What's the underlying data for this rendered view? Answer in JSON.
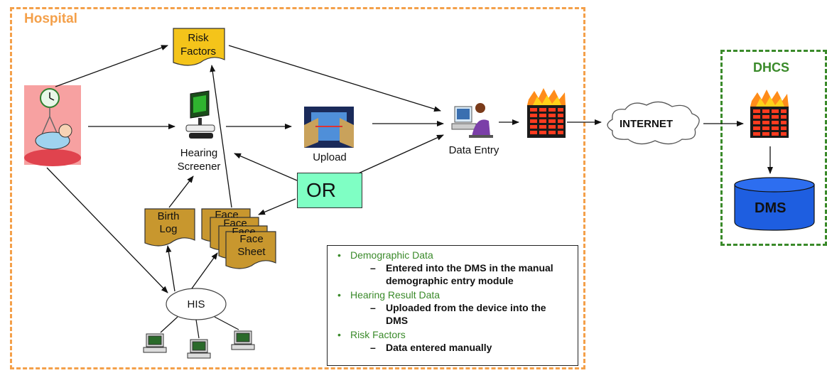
{
  "hospital": {
    "title": "Hospital"
  },
  "dhcs": {
    "title": "DHCS"
  },
  "nodes": {
    "risk_factors": "Risk Factors",
    "hearing_screener": "Hearing Screener",
    "upload": "Upload",
    "data_entry": "Data Entry",
    "birth_log": "Birth Log",
    "face_sheet_back": "Face",
    "face_sheet_mid": "Face",
    "face_sheet_mid2": "Face",
    "face_sheet": "Face Sheet",
    "his": "HIS",
    "or": "OR",
    "internet": "INTERNET",
    "dms": "DMS"
  },
  "legend": {
    "items": [
      {
        "heading": "Demographic Data",
        "detail": "Entered into the DMS in the manual demographic entry module"
      },
      {
        "heading": "Hearing Result Data",
        "detail": "Uploaded from the device into the DMS"
      },
      {
        "heading": "Risk Factors",
        "detail": "Data entered manually"
      }
    ]
  },
  "colors": {
    "hospital_border": "#f4a04a",
    "dhcs_border": "#3a8a2a",
    "doc_fill": "#c8972e",
    "or_fill": "#7fffc4",
    "dms_fill": "#1e5ee0"
  }
}
